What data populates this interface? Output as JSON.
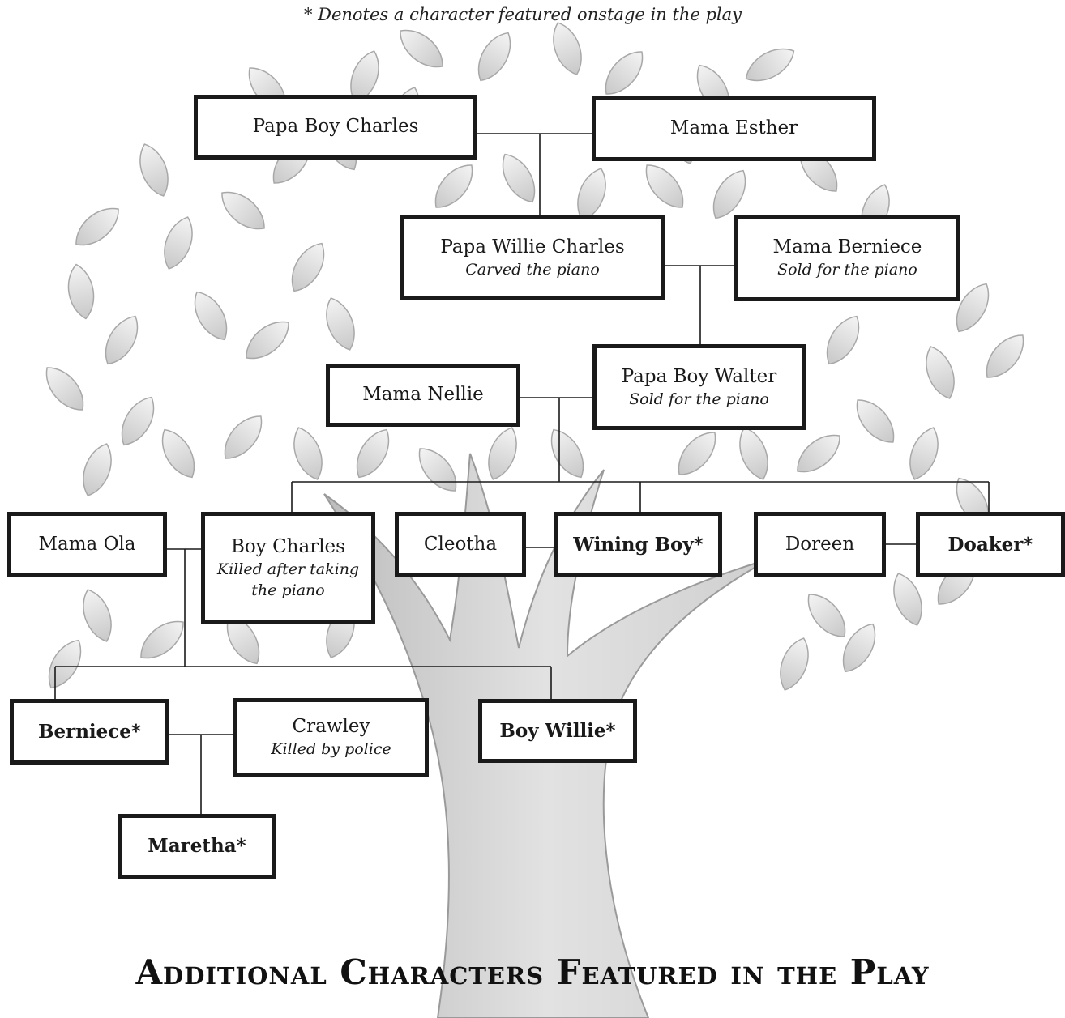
{
  "note": "* Denotes a character featured onstage in the play",
  "heading": "Additional Characters Featured in the Play",
  "nodes": {
    "papa_boy_charles": {
      "name": "Papa Boy Charles"
    },
    "mama_esther": {
      "name": "Mama Esther"
    },
    "papa_willie_charles": {
      "name": "Papa Willie Charles",
      "note": "Carved the piano"
    },
    "mama_berniece": {
      "name": "Mama Berniece",
      "note": "Sold for the piano"
    },
    "mama_nellie": {
      "name": "Mama Nellie"
    },
    "papa_boy_walter": {
      "name": "Papa Boy Walter",
      "note": "Sold for the piano"
    },
    "mama_ola": {
      "name": "Mama Ola"
    },
    "boy_charles": {
      "name": "Boy Charles",
      "note": "Killed after taking the piano"
    },
    "cleotha": {
      "name": "Cleotha"
    },
    "wining_boy": {
      "name": "Wining Boy*"
    },
    "doreen": {
      "name": "Doreen"
    },
    "doaker": {
      "name": "Doaker*"
    },
    "berniece": {
      "name": "Berniece*"
    },
    "crawley": {
      "name": "Crawley",
      "note": "Killed by police"
    },
    "boy_willie": {
      "name": "Boy Willie*"
    },
    "maretha": {
      "name": "Maretha*"
    }
  }
}
